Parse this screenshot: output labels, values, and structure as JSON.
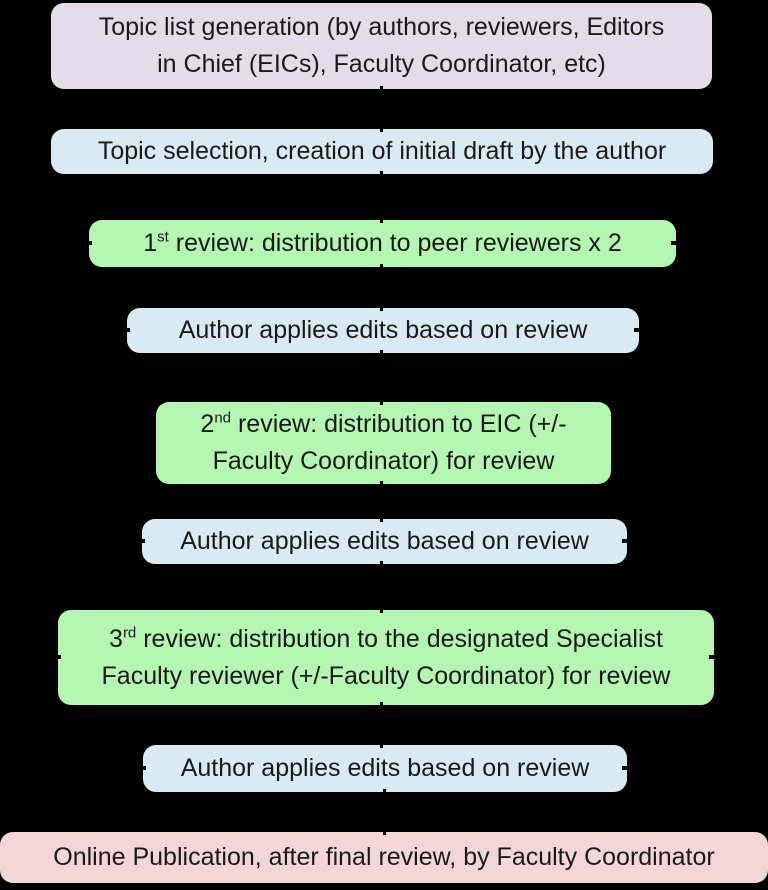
{
  "colors": {
    "background": "#000000",
    "lavender": "#e5dce9",
    "blue": "#daeaf2",
    "green": "#b5f6b3",
    "pink": "#f3d7d6",
    "text": "#1a1a1a"
  },
  "boxes": [
    {
      "name": "topic-list-generation",
      "line1": "Topic list generation (by authors, reviewers, Editors",
      "line2": "in Chief (EICs), Faculty Coordinator, etc)"
    },
    {
      "name": "topic-selection-initial-draft",
      "text": "Topic selection, creation of initial draft by the author"
    },
    {
      "name": "first-review",
      "num": "1",
      "sup": "st",
      "rest": " review: distribution to peer reviewers x 2"
    },
    {
      "name": "author-edits-after-first-review",
      "text": "Author applies edits based on review"
    },
    {
      "name": "second-review",
      "num": "2",
      "sup": "nd",
      "rest": " review: distribution to EIC (+/-",
      "line2": "Faculty Coordinator) for review"
    },
    {
      "name": "author-edits-after-second-review",
      "text": "Author applies edits based on review"
    },
    {
      "name": "third-review",
      "num": "3",
      "sup": "rd",
      "rest": " review: distribution to the designated Specialist",
      "line2": "Faculty reviewer (+/-Faculty Coordinator) for review"
    },
    {
      "name": "author-edits-after-third-review",
      "text": "Author applies edits based on review"
    },
    {
      "name": "online-publication",
      "text": "Online Publication, after final review, by Faculty Coordinator"
    }
  ]
}
